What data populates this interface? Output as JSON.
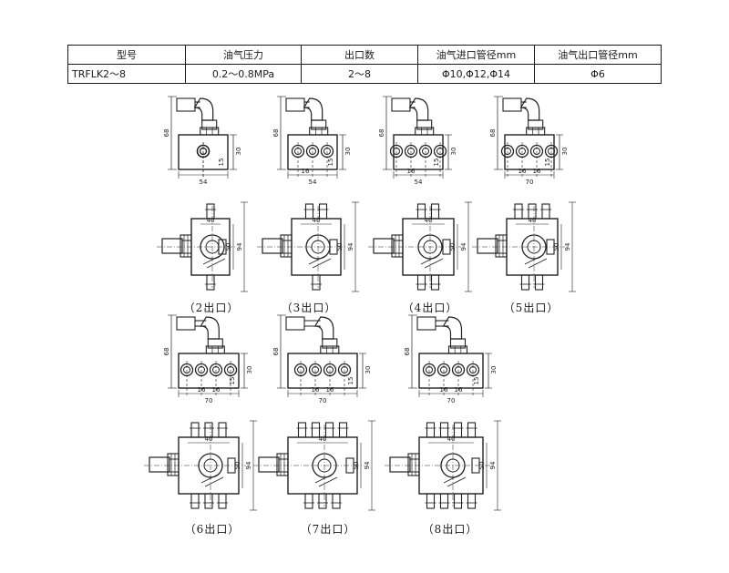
{
  "spec_table": {
    "headers": [
      "型号",
      "油气压力",
      "出口数",
      "油气进口管径mm",
      "油气出口管径mm"
    ],
    "row": [
      "TRFLK2～8",
      "0.2～0.8MPa",
      "2～8",
      "Φ10,Φ12,Φ14",
      "Φ6"
    ]
  },
  "variants": [
    {
      "caption": "（2出口）",
      "outlets": 2
    },
    {
      "caption": "（3出口）",
      "outlets": 3
    },
    {
      "caption": "（4出口）",
      "outlets": 4
    },
    {
      "caption": "（5出口）",
      "outlets": 5
    },
    {
      "caption": "（6出口）",
      "outlets": 6
    },
    {
      "caption": "（7出口）",
      "outlets": 7
    },
    {
      "caption": "（8出口）",
      "outlets": 8
    }
  ],
  "dimensions": {
    "height_68": "68",
    "side_30": "30",
    "side_15": "15",
    "pitch_16": "16",
    "plan_40": "40",
    "plan_50": "50",
    "plan_94": "94",
    "width_54": "54",
    "width_70": "70"
  }
}
